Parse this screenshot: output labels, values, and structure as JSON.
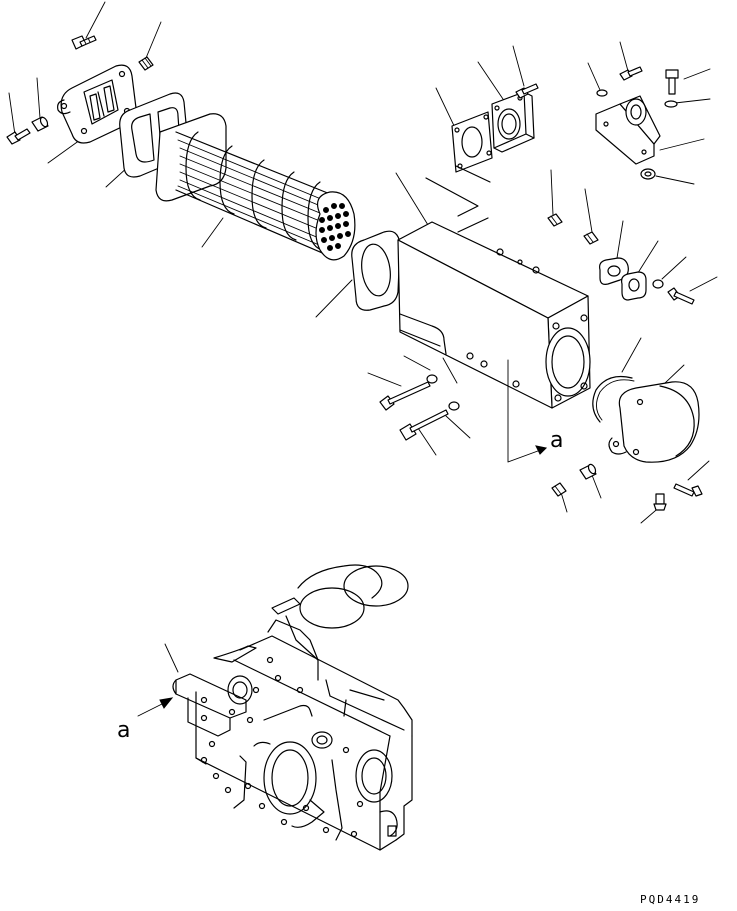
{
  "view_label_upper": "a",
  "view_label_lower": "a",
  "drawing_code": "PQD4419",
  "colors": {
    "line": "#000000",
    "background": "#ffffff"
  }
}
